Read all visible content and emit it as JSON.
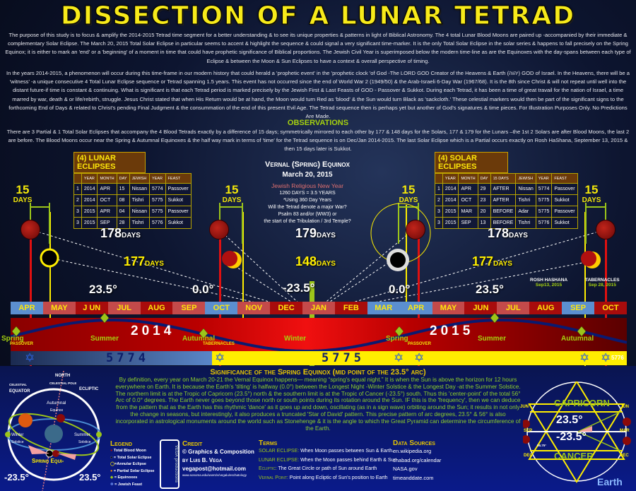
{
  "title": "DISSECTION OF A LUNAR TETRAD",
  "intro": [
    "The purpose of this study is to focus & amplify the 2014-2015 Tetrad time segment for a better understanding & to see its unique properties & patterns in light of Biblical Astronomy. The 4 total Lunar Blood Moons are paired up -accompanied by their immediate & complementary Solar Eclipse. The March 20, 2015 Total Solar Eclipse in particular seems to accent & highlight the sequence & could signal a very significant time-marker. It is the only Total Solar Eclipse in the solar series & happens to fall precisely on the Spring Equinox; it is either to mark an 'end' or a 'beginning' of a moment in time that could have prophetic significance of Biblical proportions. The Jewish Civil Year is superimposed below the modern time-line as are the Equinoxes with the day-spans between each type of Eclipse & between the Moon & Sun Eclipses to have a context & overall perspective of timing.",
    "In the years 2014-2015, a phenomenon will occur during this time-frame in our modern history that could herald a 'prophetic event' in the 'prophetic clock 'of God -The LORD GOD Creator of the Heavens & Earth (יהוה) GOD of Israel. In the Heavens, there will be a 'witness' -a unique consecutive 4 Total Lunar Eclipse sequence or Tetrad spanning 1.5 years. This event has not occurred since the end of World War 2 (1949/50) & the Arab-Israeli 6-Day War (1967/68). It is the 8th since Christ & will not repeat until well into the distant future-if time is constant & continuing. What is significant is that each Tetrad period is marked precisely by the Jewish First & Last Feasts of GOD - Passover & Sukkot. During each Tetrad, it has been a time of great travail for the nation of Israel, a time marred by war, death & or life/rebirth, struggle. Jesus Christ stated that when His Return would be at hand, the Moon would turn Red as 'blood' & the Sun would turn Black as 'sackcloth.' These celestial markers would then be part of the significant signs to the forthcoming End of Days & related to Christ's pending Final Judgment & the consummation of the end of this present Evil Age. The Tetrad sequence then is perhaps yet but another of God's signatures & time pieces. For Illustration Purposes Only. No Predictions Are Made."
  ],
  "observations": {
    "heading": "OBSERVATIONS",
    "text": "There are 3 Partial & 1 Total Solar Eclipses that accompany the 4 Blood Tetrads exactly by a difference of 15 days; symmetrically mirrored to each other by 177 & 148 days for the Solars, 177 & 179 for the Lunars –the 1st 2 Solars are after Blood Moons, the last 2 are before. The Blood Moons occur near the Spring & Autumnal Equinoxes & the half way mark in terms of 'time' for the Tetrad sequence is on Dec/Jan 2014-2015. The last Solar Eclipse which is a Partial occurs exactly on Rosh HaShana, September 13, 2015 & then 15 days later is Sukkot."
  },
  "lunar": {
    "heading": "(4) LUNAR ECLIPSES",
    "columns": [
      "",
      "YEAR",
      "MONTH",
      "DAY",
      "JEWISH",
      "YEAR",
      "FEAST"
    ],
    "rows": [
      [
        "1",
        "2014",
        "APR",
        "15",
        "Nissan",
        "5774",
        "Passover"
      ],
      [
        "2",
        "2014",
        "OCT",
        "08",
        "Tishri",
        "5775",
        "Sukkot"
      ],
      [
        "3",
        "2015",
        "APR",
        "04",
        "Nissan",
        "5775",
        "Passover"
      ],
      [
        "3",
        "2015",
        "SEP",
        "28",
        "Tishri",
        "5776",
        "Sukkot"
      ]
    ]
  },
  "solar": {
    "heading": "(4) SOLAR ECLIPSES",
    "columns": [
      "",
      "YEAR",
      "MONTH",
      "DAY",
      "15 DAYS",
      "JEWISH",
      "YEAR",
      "FEAST"
    ],
    "rows": [
      [
        "1",
        "2014",
        "APR",
        "29",
        "AFTER",
        "Nissan",
        "5774",
        "Passover"
      ],
      [
        "2",
        "2014",
        "OCT",
        "23",
        "AFTER",
        "Tishri",
        "5775",
        "Sukkot"
      ],
      [
        "3",
        "2015",
        "MAR",
        "20",
        "BEFORE",
        "Adar",
        "5775",
        "Passover"
      ],
      [
        "3",
        "2015",
        "SEP",
        "13",
        "BEFORE",
        "Tishri",
        "5776",
        "Sukkot"
      ]
    ]
  },
  "equinox": {
    "title": "Vernal (Spring) Equinox",
    "date": "March 20, 2015",
    "subtitle": "Jewish Religious New Year",
    "lines": [
      "1260 DAYS = 3.5 YEARS",
      "*Using 360 Day Years",
      "Will the Tetrad denote a major War?",
      "Psalm 83 and/or (WW3) or",
      "the start of the Tribulation / 3rd Temple?"
    ]
  },
  "fifteen": {
    "num": "15",
    "label": "DAYS"
  },
  "spans": {
    "lunar": [
      "178",
      "179",
      "178"
    ],
    "solar": [
      "177",
      "148",
      "177"
    ],
    "unit": "DAYS"
  },
  "degrees": [
    "23.5°",
    "0.0°",
    "-23.5°",
    "0.0°",
    "23.5°"
  ],
  "rosh": {
    "label": "ROSH HASHANA",
    "date": "Sep13, 2015"
  },
  "tabernacles_note": {
    "label": "TABERNACLES",
    "date": "Sep 28, 2015"
  },
  "months": [
    {
      "m": "APR",
      "c": "#5b8fd0"
    },
    {
      "m": "MAY",
      "c": "#c44a4a"
    },
    {
      "m": "J UN",
      "c": "#a80c0c"
    },
    {
      "m": "JUL",
      "c": "#c44a4a"
    },
    {
      "m": "AUG",
      "c": "#a80c0c"
    },
    {
      "m": "SEP",
      "c": "#c44a4a"
    },
    {
      "m": "OCT",
      "c": "#5b8fd0"
    },
    {
      "m": "NOV",
      "c": "#c44a4a"
    },
    {
      "m": "DEC",
      "c": "#a80c0c"
    },
    {
      "m": "JAN",
      "c": "#c44a4a"
    },
    {
      "m": "FEB",
      "c": "#a80c0c"
    },
    {
      "m": "MAR",
      "c": "#5b8fd0"
    },
    {
      "m": "APR",
      "c": "#5b8fd0"
    },
    {
      "m": "MAY",
      "c": "#c44a4a"
    },
    {
      "m": "JUN",
      "c": "#a80c0c"
    },
    {
      "m": "JUL",
      "c": "#c44a4a"
    },
    {
      "m": "AUG",
      "c": "#a80c0c"
    },
    {
      "m": "SEP",
      "c": "#5b8fd0"
    },
    {
      "m": "OCT",
      "c": "#a80c0c"
    }
  ],
  "years": [
    "2014",
    "2015"
  ],
  "seasons": [
    "Spring",
    "Summer",
    "Autumnal",
    "Winter",
    "Spring",
    "Summer",
    "Autumnal"
  ],
  "feasts": [
    "PASSOVER",
    "TABERNACLES",
    "PASSOVER"
  ],
  "jewish_years": [
    "5774",
    "5775",
    "5776"
  ],
  "significance": {
    "heading": "Significance of the Spring Equinox (mid point of the 23.5° arc)",
    "text": "By definition, every year on March 20-21 the Vernal Equinox happens— meaning “spring's equal night.” It is when the Sun is above the horizon for 12 hours everywhere on Earth. It is because the Earth's 'tilting' is halfway (0.0°) between the Longest Night -Winter Solstice & the Longest Day -at the Summer Solstice. The northern limit is at the Tropic of Capricorn (23.5°) north & the southern limit is at the Tropic of Cancer (-23.5°) south. Thus this 'center-point' of the total 56° Arc of 0.0° degrees. The Earth never goes beyond those north or south points during its rotation around the Sun. IF this is the 'frequency', then we can deduce from the pattern that as the Earth has this rhythmic 'dance' as it goes up and down, oscillating (as in a sign wave) orbiting around the Sun; it results in not only the change in seasons, but interestingly, it also produces a truncated 'Star of David' pattern. This precise pattern of arc degrees, 23.5° & 56° is also incorporated in astrological monuments around the world such as Stonehenge & it is the angle to which the Great Pyramid can determine the circumference of the Earth."
  },
  "orbit": {
    "north": "NORTH",
    "pole": "CELESTIAL POLE",
    "celestial": "CELESTIAL",
    "equator": "EQUATOR",
    "ecliptic": "ECLIPTIC",
    "autumnal": "Autumnal",
    "equinox": "Equinox",
    "winter": "Winter",
    "solstice": "Solstice",
    "summer": "Summer",
    "spring": "Spring Equi-",
    "neg": "-23.5°",
    "pos": "23.5°"
  },
  "legend": {
    "heading": "Legend",
    "items": [
      "Total Blood Moon",
      "= Total Solar Eclipse",
      "=Annular Eclipse",
      "= Partial Solar Eclipse",
      "= Equinoxes",
      "= Jewish Feast"
    ]
  },
  "logo": "VEGA productions",
  "credit": {
    "heading": "Credit",
    "line1": "© Graphics & Composition",
    "line2": "by Luis B. Vega",
    "email": "vegapost@hotmail.com",
    "url": "www.sonoma.edu/users/v/vegalu/eschatology"
  },
  "terms": {
    "heading": "Terms",
    "items": [
      {
        "k": "SOLAR ECLIPSE:",
        "v": "When Moon passes between Sun & Earth."
      },
      {
        "k": "LUNAR ECLIPSE:",
        "v": "When the Moon passes behind Earth & Sun"
      },
      {
        "k": "Ecliptic:",
        "v": "The Great Circle or path of Sun around Earth"
      },
      {
        "k": "Vernal Point:",
        "v": "Point along Ecliptic of Sun's position to Earth"
      }
    ]
  },
  "sources": {
    "heading": "Data Sources",
    "items": [
      "en.wikipedia.org",
      "chabad.org/calendar",
      "NASA.gov",
      "timeanddate.com"
    ]
  },
  "star": {
    "capricorn": "CAPRICORN",
    "cancer": "CANCER",
    "pos": "23.5°",
    "neg": "-23.5°",
    "jun_l": "JUN",
    "jun_r": "JUN",
    "sep": "SEP",
    "mar": "MAR",
    "dec_l": "DEC",
    "dec_r": "DEC",
    "angle": "56.75°",
    "earth": "Earth"
  },
  "colors": {
    "title": "#f7ea1a",
    "green": "#a6d20f",
    "red": "#e01010",
    "yellow": "#ffee00"
  }
}
